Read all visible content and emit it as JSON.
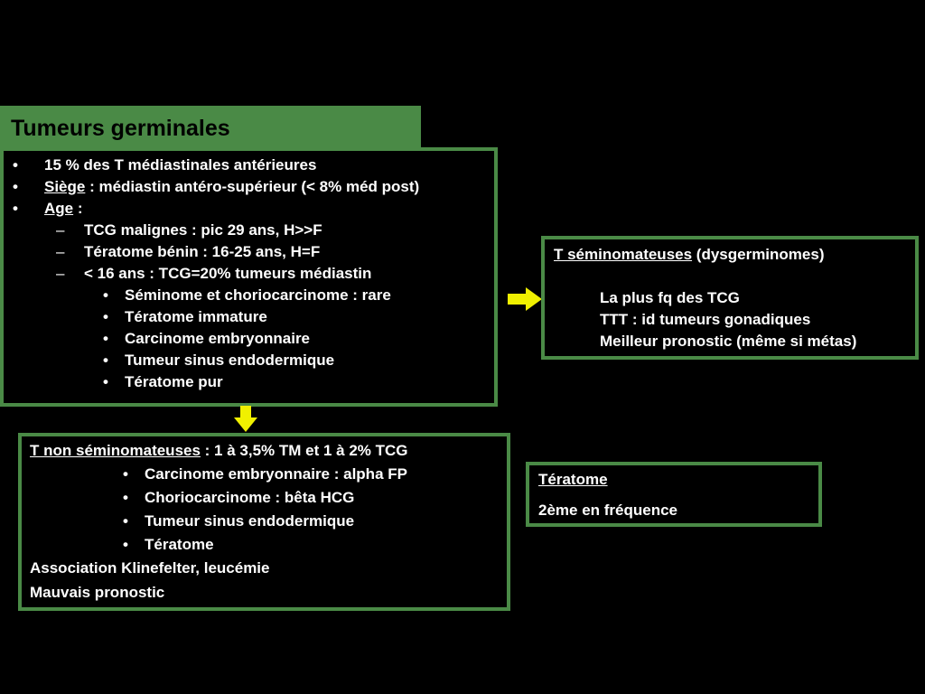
{
  "title": "Tumeurs germinales",
  "main": {
    "b1": "15 % des T médiastinales antérieures",
    "b2_label": "Siège",
    "b2_text": " : médiastin antéro-supérieur (< 8% méd post)",
    "b3_label": "Age",
    "b3_text": " :",
    "sub": [
      "TCG malignes : pic 29 ans, H>>F",
      "Tératome bénin : 16-25 ans, H=F",
      "< 16 ans : TCG=20% tumeurs médiastin"
    ],
    "subsub": [
      "Séminome et choriocarcinome : rare",
      "Tératome immature",
      "Carcinome embryonnaire",
      "Tumeur sinus endodermique",
      "Tératome pur"
    ]
  },
  "seminomateuses": {
    "heading": "T séminomateuses",
    "heading_note": " (dysgerminomes)",
    "lines": [
      "La plus fq des TCG",
      "TTT : id tumeurs gonadiques",
      "Meilleur pronostic (même si métas)"
    ]
  },
  "non_seminomateuses": {
    "heading": "T non séminomateuses",
    "heading_note": " : 1 à 3,5% TM et 1 à 2% TCG",
    "items": [
      "Carcinome embryonnaire : alpha FP",
      "Choriocarcinome : bêta HCG",
      "Tumeur sinus endodermique",
      "Tératome"
    ],
    "footer": [
      "Association Klinefelter, leucémie",
      "Mauvais pronostic"
    ]
  },
  "teratome": {
    "heading": "Tératome",
    "line": "2ème en fréquence"
  },
  "colors": {
    "green": "#4a8a46",
    "arrow": "#f0f000"
  }
}
